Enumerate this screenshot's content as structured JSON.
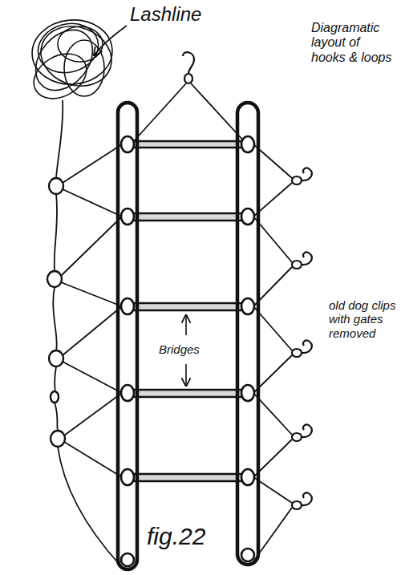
{
  "diagram": {
    "caption": "fig.22",
    "labels": [
      "Lashline",
      "Diagramatic layout of hooks & loops",
      "Bridges",
      "old dog clips with gates removed"
    ]
  }
}
